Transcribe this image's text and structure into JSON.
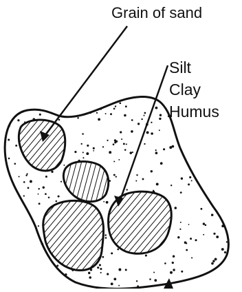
{
  "labels": {
    "grain_of_sand": "Grain of sand",
    "fine_particles": [
      "Silt",
      "Clay",
      "Humus"
    ]
  },
  "colors": {
    "ink": "#111111",
    "background": "#ffffff"
  }
}
